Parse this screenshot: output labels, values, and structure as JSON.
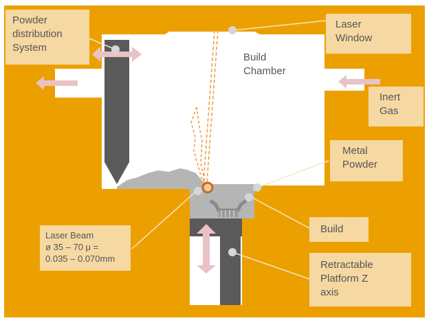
{
  "colors": {
    "background": "#eca000",
    "chamber": "#ffffff",
    "label_box": "#f6d8a2",
    "label_text": "#555555",
    "dark_part": "#5a5a5a",
    "powder": "#b5b5b5",
    "arrow": "#e9c2c6",
    "laser": "#f09a40",
    "callout_dot": "#d4d6d8",
    "leader_line": "#f3e5c8"
  },
  "labels": {
    "powder_distribution": "Powder\ndistribution\nSystem",
    "laser_window": "Laser\nWindow",
    "build_chamber": "Build\nChamber",
    "inert_gas": "Inert\nGas",
    "metal_powder": "Metal\nPowder",
    "build": "Build",
    "laser_beam": "Laser Beam\nø 35 – 70 μ =\n0.035 – 0.070mm",
    "retractable_platform": "Retractable\nPlatform Z\naxis"
  }
}
